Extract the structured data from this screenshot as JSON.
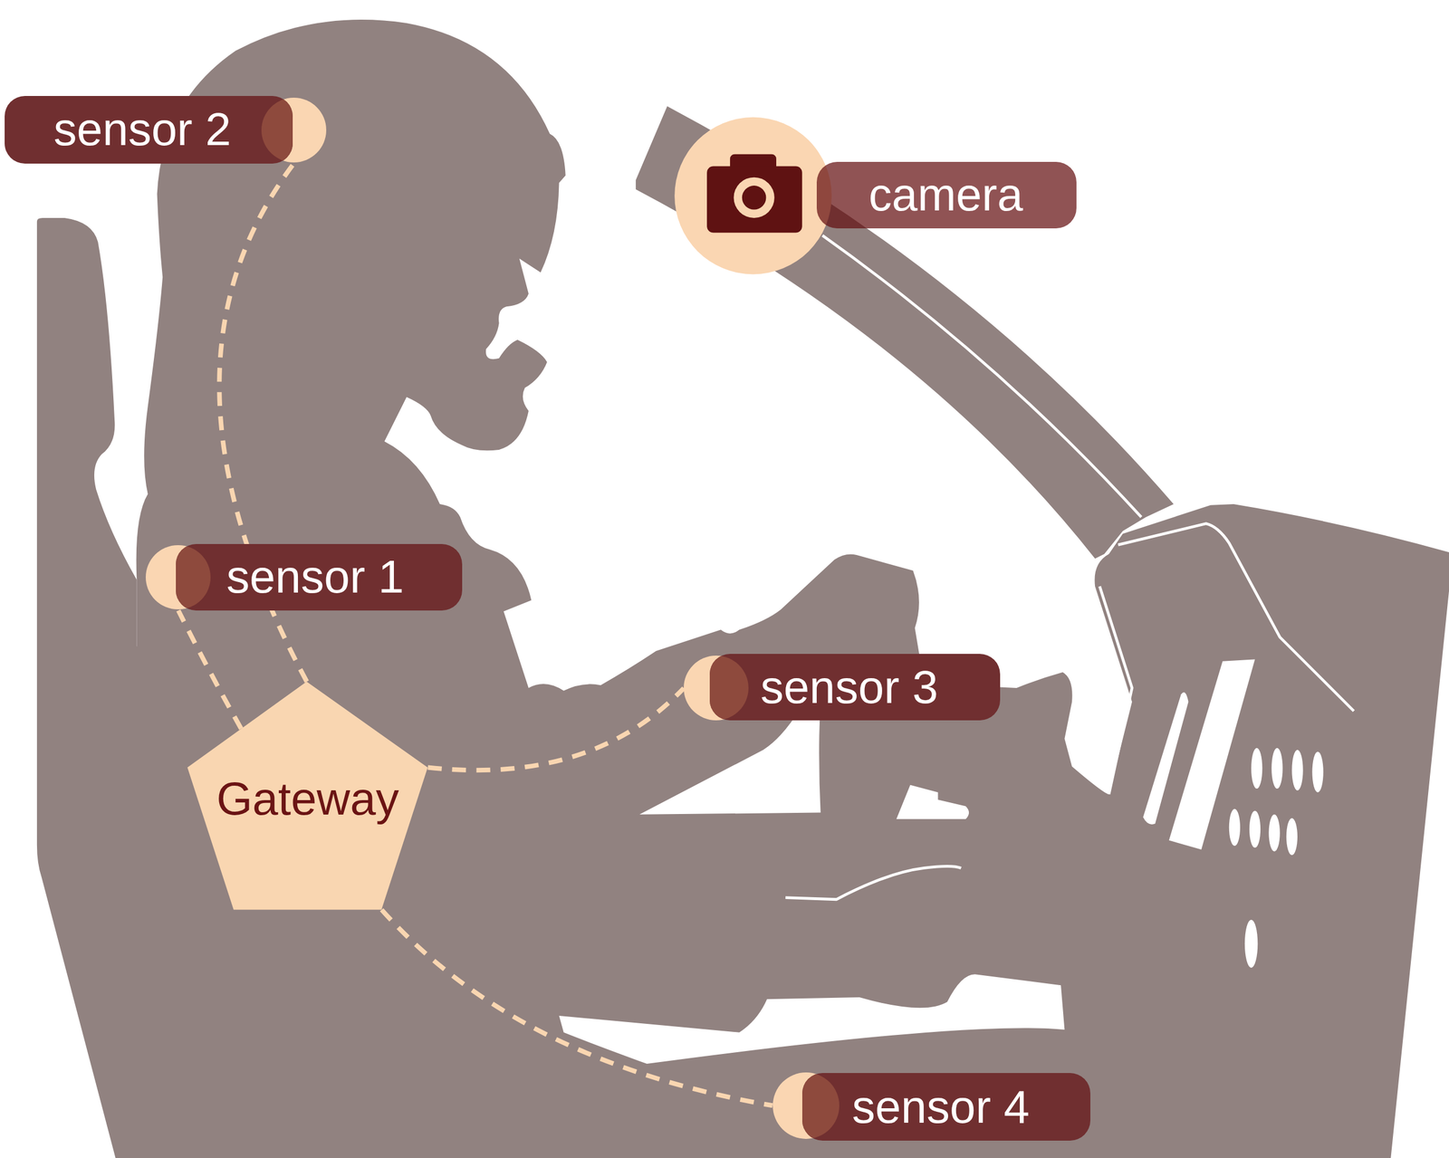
{
  "diagram": {
    "nodes": [
      {
        "text": [
          "sensor 2"
        ]
      },
      {
        "text": [
          "camera"
        ]
      },
      {
        "text": [
          "sensor 1"
        ]
      },
      {
        "text": [
          "sensor 3"
        ]
      },
      {
        "text": [
          "Gateway"
        ]
      },
      {
        "text": [
          "sensor 4"
        ]
      }
    ],
    "edges": [
      {
        "from": 4,
        "to": 0,
        "arrow": "none"
      },
      {
        "from": 4,
        "to": 2,
        "arrow": "none"
      },
      {
        "from": 4,
        "to": 3,
        "arrow": "none"
      },
      {
        "from": 4,
        "to": 5,
        "arrow": "none"
      }
    ]
  }
}
